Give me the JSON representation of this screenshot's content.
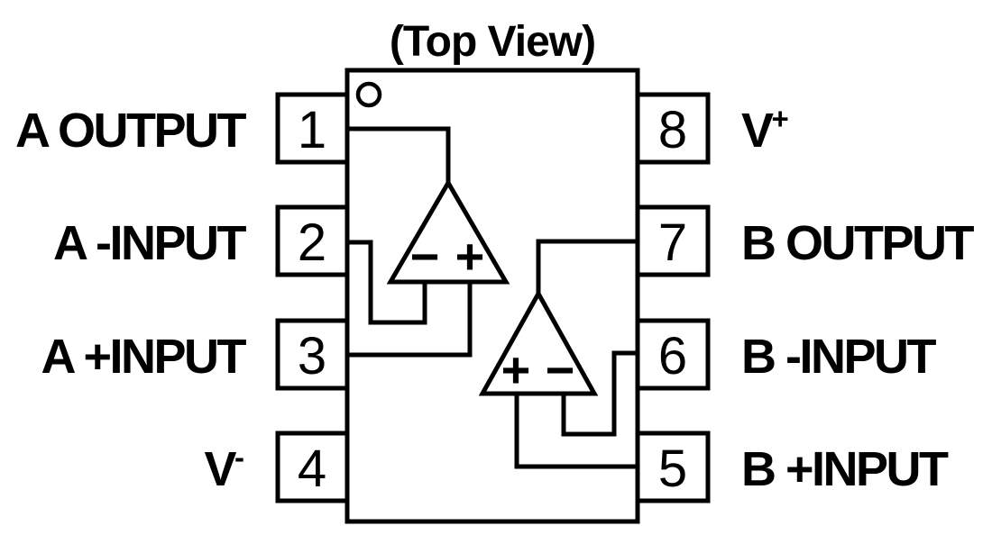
{
  "title": "(Top View)",
  "package": {
    "pin_count": 8,
    "view": "top"
  },
  "pins": [
    {
      "number": "1",
      "name": "A OUTPUT",
      "side": "left"
    },
    {
      "number": "2",
      "name": "A -INPUT",
      "side": "left"
    },
    {
      "number": "3",
      "name": "A +INPUT",
      "side": "left"
    },
    {
      "number": "4",
      "name": "V",
      "superscript": "-",
      "side": "left"
    },
    {
      "number": "5",
      "name": "B +INPUT",
      "side": "right"
    },
    {
      "number": "6",
      "name": "B -INPUT",
      "side": "right"
    },
    {
      "number": "7",
      "name": "B OUTPUT",
      "side": "right"
    },
    {
      "number": "8",
      "name": "V",
      "superscript": "+",
      "side": "right"
    }
  ],
  "opamps": [
    {
      "id": "A",
      "left_sign": "−",
      "right_sign": "+"
    },
    {
      "id": "B",
      "left_sign": "+",
      "right_sign": "−"
    }
  ],
  "colors": {
    "line": "#000000",
    "background": "#ffffff"
  }
}
